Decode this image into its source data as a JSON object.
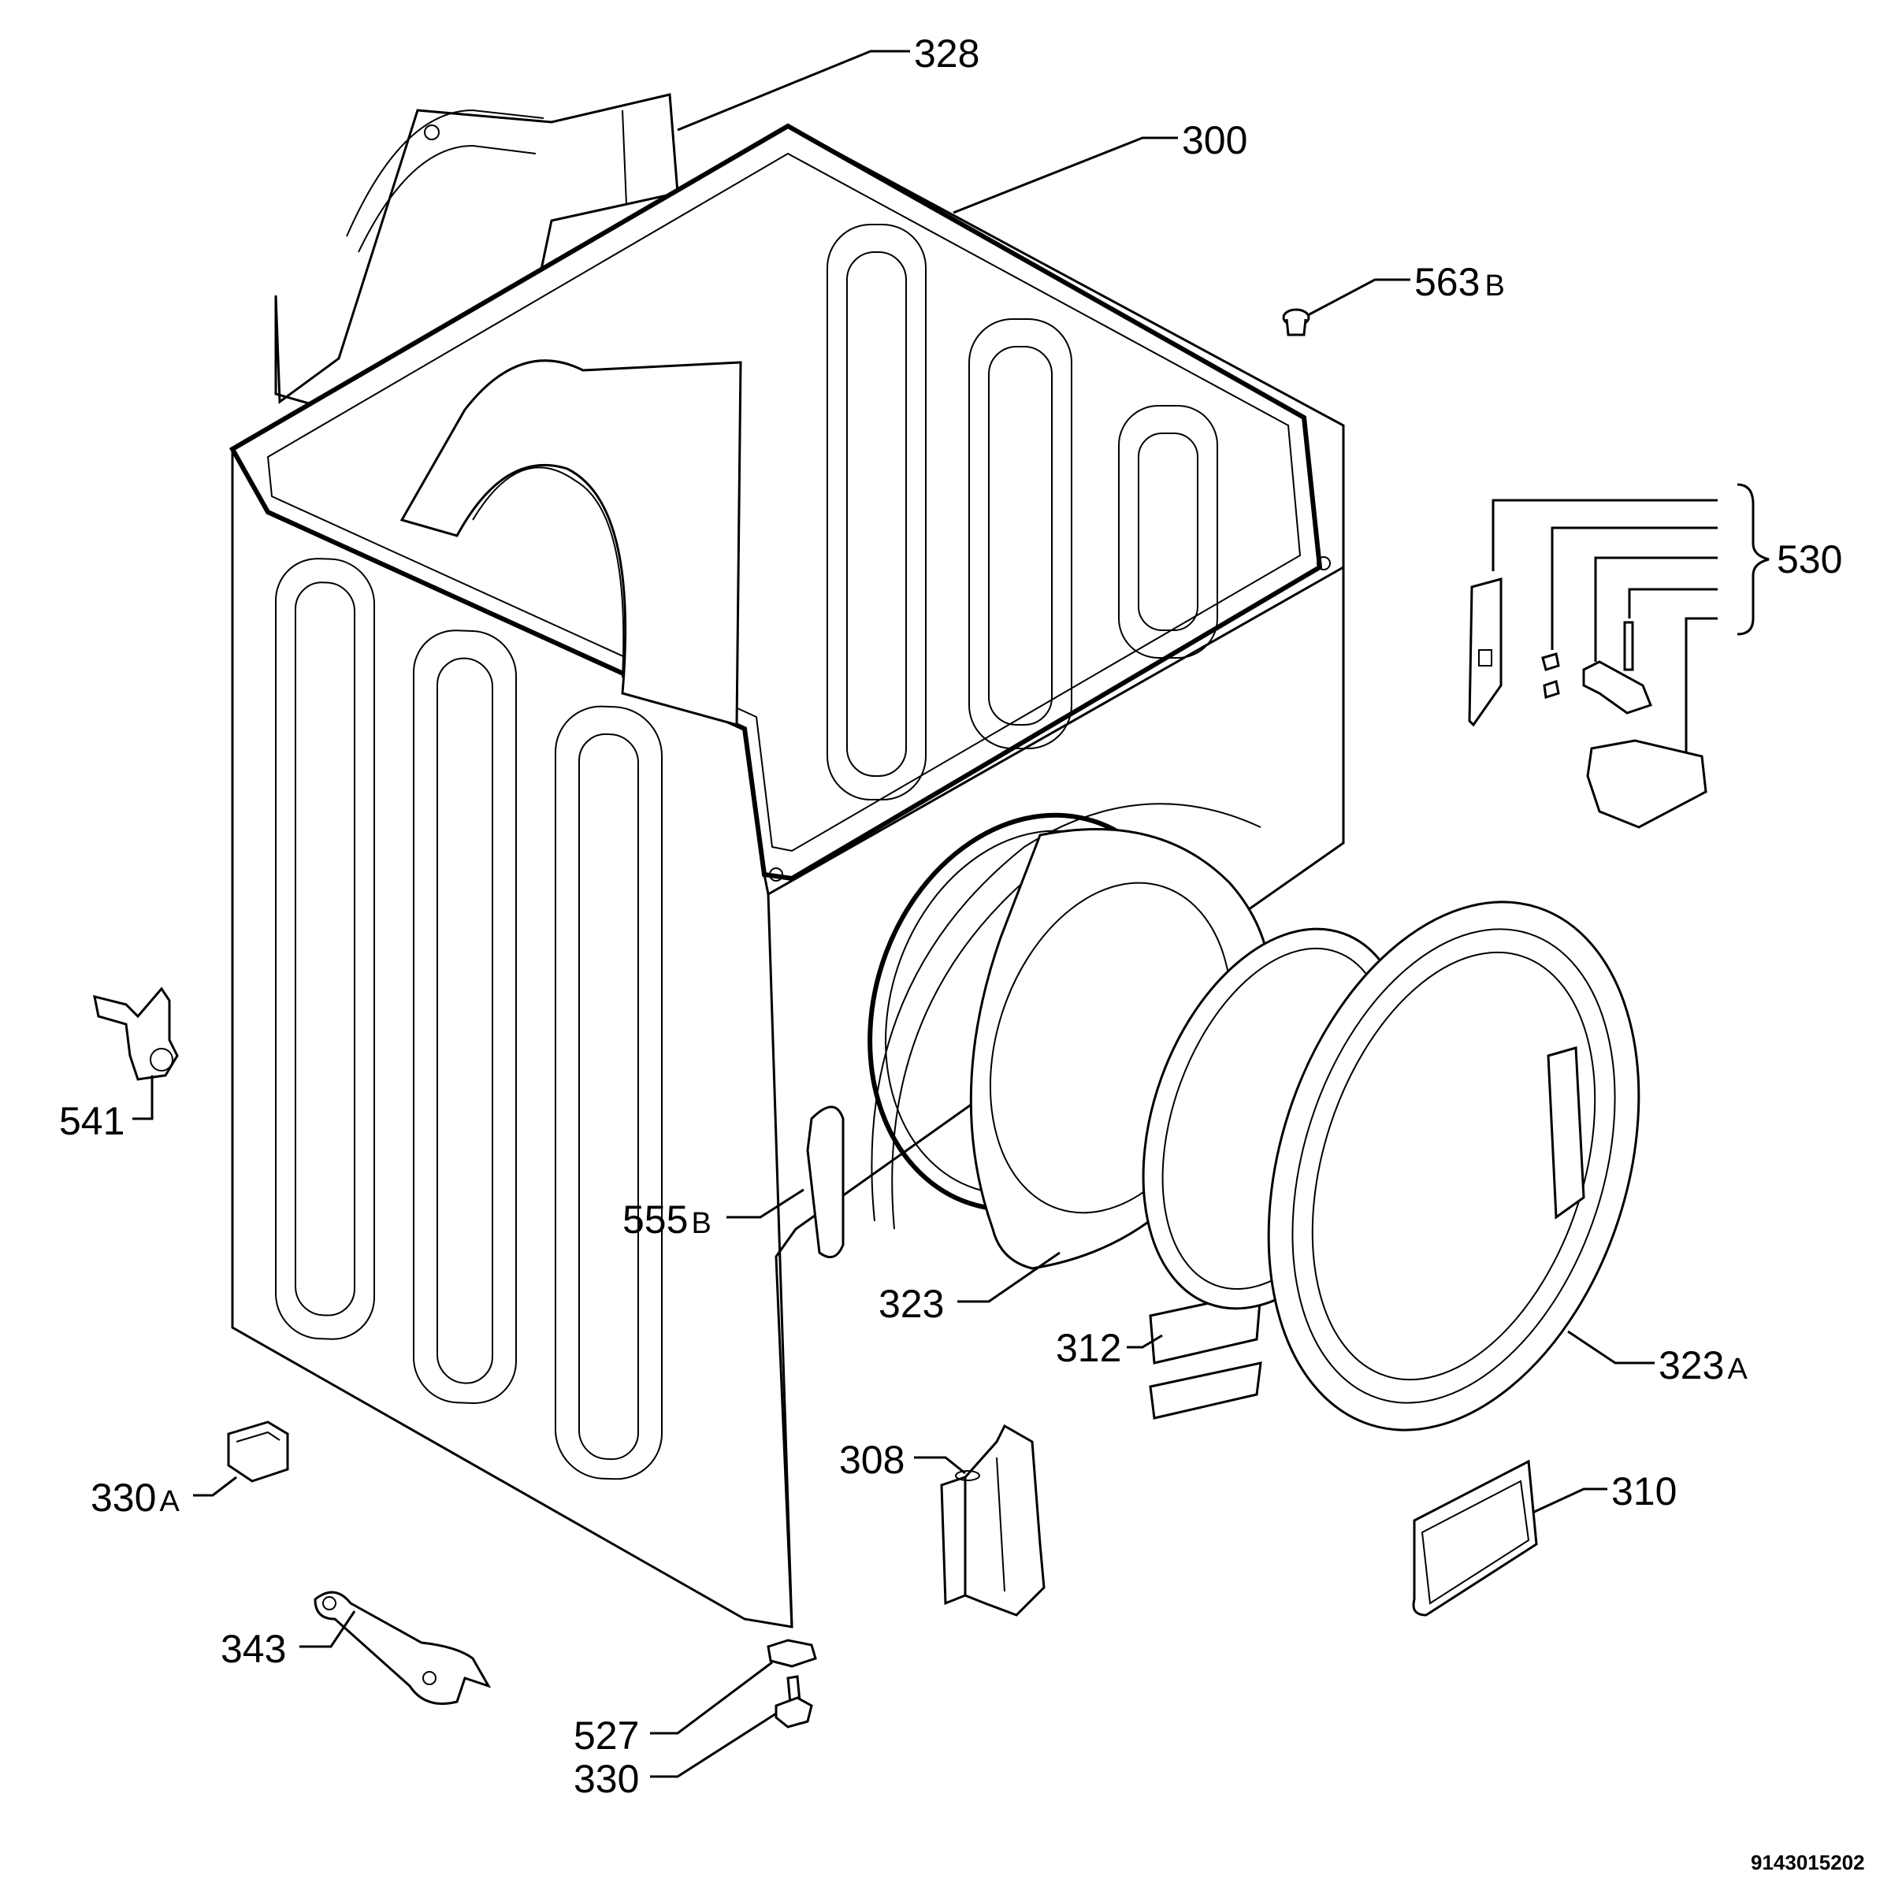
{
  "diagram": {
    "ref_code": "9143015202",
    "labels": {
      "p328": "328",
      "p300": "300",
      "p563b_num": "563",
      "p563b_suf": "B",
      "p530": "530",
      "p541": "541",
      "p555b_num": "555",
      "p555b_suf": "B",
      "p323": "323",
      "p312": "312",
      "p323a_num": "323",
      "p323a_suf": "A",
      "p308": "308",
      "p310": "310",
      "p330a_num": "330",
      "p330a_suf": "A",
      "p343": "343",
      "p527": "527",
      "p330": "330"
    }
  }
}
